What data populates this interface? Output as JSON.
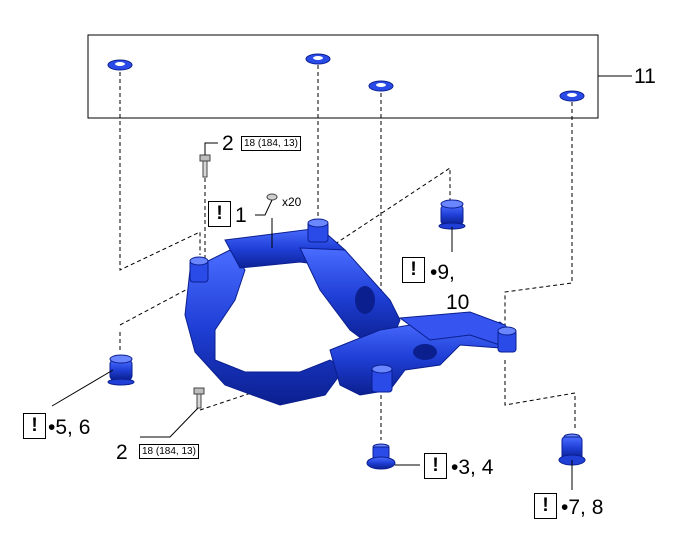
{
  "callouts": {
    "c11": "11",
    "c2_top": "2",
    "c2_bottom": "2",
    "c1": "1",
    "c1_qty": "x20",
    "c9_10_a": "•9,",
    "c9_10_b": "10",
    "c5_6": "•5, 6",
    "c3_4": "•3, 4",
    "c7_8": "•7, 8"
  },
  "torque": {
    "top": "18 (184, 13)",
    "bottom": "18 (184, 13)"
  },
  "warning_mark": "!",
  "colors": {
    "part": "#1f3fd6",
    "part_dark": "#0b1f8f",
    "part_light": "#5b7cff",
    "line": "#000000"
  }
}
